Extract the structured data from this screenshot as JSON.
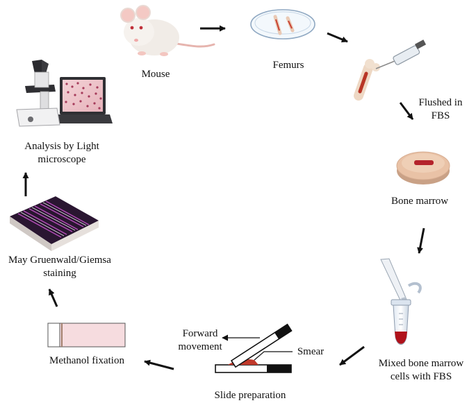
{
  "labels": {
    "mouse": "Mouse",
    "femurs": "Femurs",
    "flushed_line1": "Flushed in",
    "flushed_line2": "FBS",
    "bone_marrow": "Bone marrow",
    "mixed_line1": "Mixed bone marrow",
    "mixed_line2": "cells with FBS",
    "smear": "Smear",
    "forward_line1": "Forward",
    "forward_line2": "movement",
    "slide_preparation": "Slide preparation",
    "methanol_fixation": "Methanol fixation",
    "staining_line1": "May Gruenwald/Giemsa",
    "staining_line2": "staining",
    "analysis_line1": "Analysis by Light",
    "analysis_line2": "microscope"
  },
  "colors": {
    "text": "#111111",
    "arrow": "#111111",
    "marrow_red": "#c0392b",
    "blood_red": "#b0121b",
    "fixation_pink": "#f6dcdf",
    "dish_flesh": "#e9c2a6"
  },
  "icons": [
    "mouse-illustration",
    "femurs-petri-dish",
    "femur-syringe-flush",
    "bone-marrow-dish",
    "eppendorf-tube-pipette",
    "slide-smear-diagram",
    "methanol-slide",
    "stained-slides-tray",
    "light-microscope-laptop"
  ]
}
